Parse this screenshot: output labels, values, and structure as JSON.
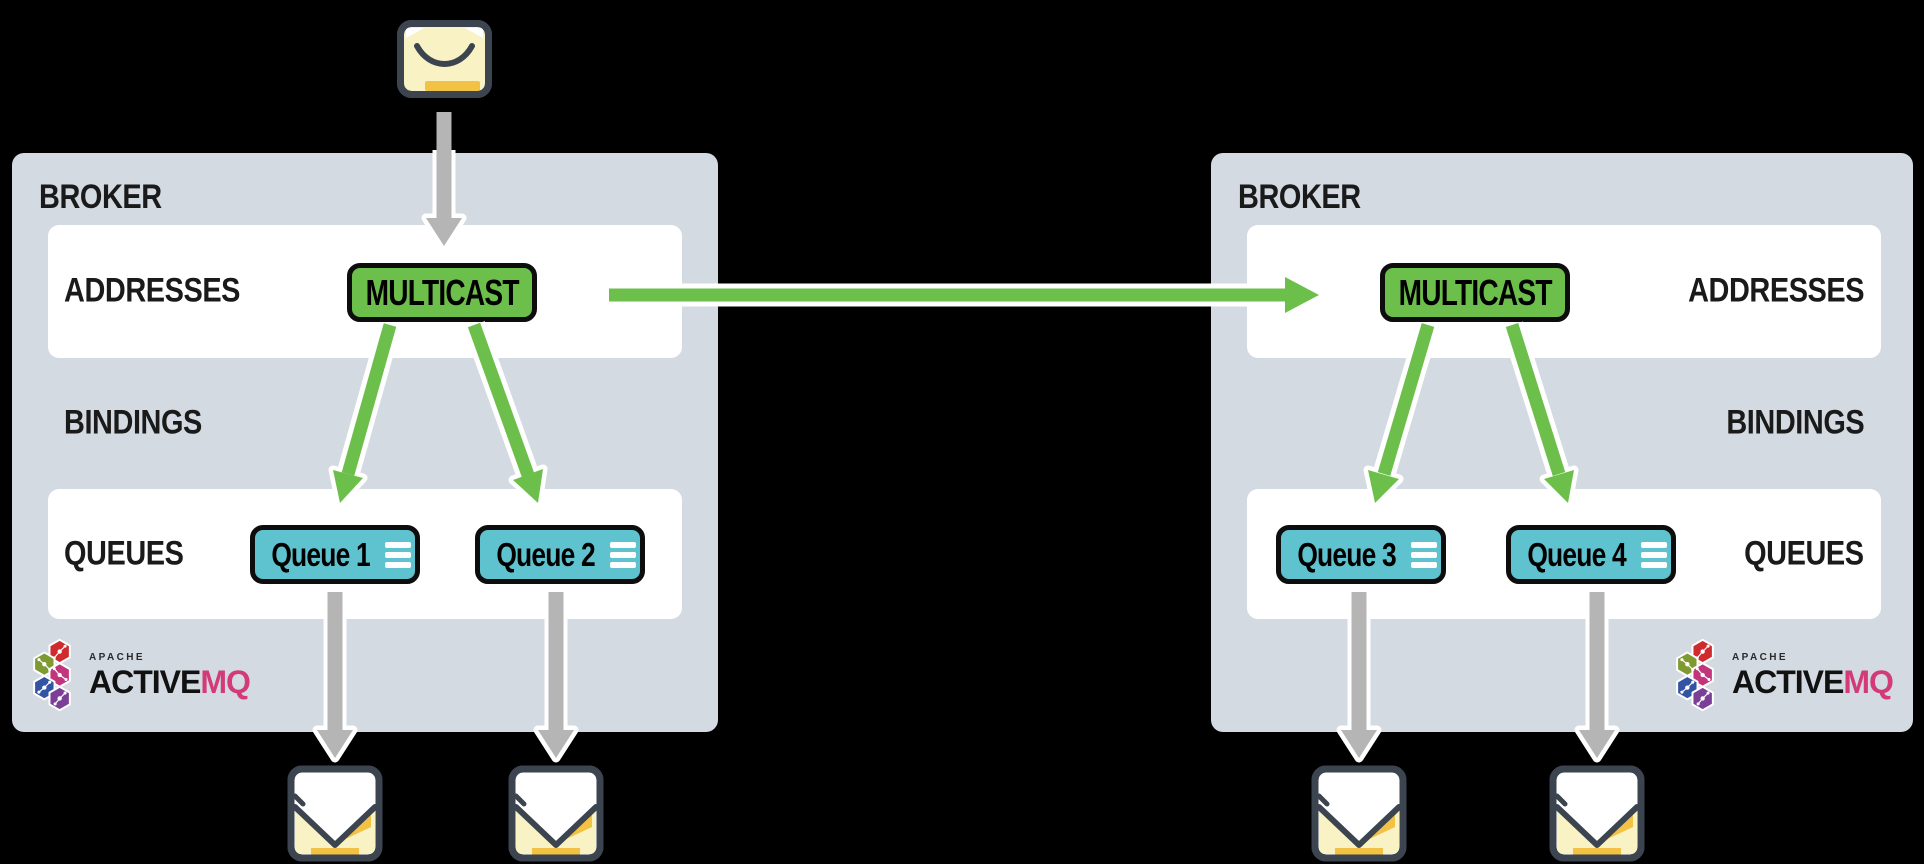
{
  "colors": {
    "background": "#000000",
    "broker_bg": "#d3dae1",
    "panel_bg": "#ffffff",
    "text": "#1a1a1a",
    "multicast_green": "#6dbf4b",
    "queue_cyan": "#5fc3cf",
    "arrow_green": "#6dbf4b",
    "arrow_gray": "#b5b5b5",
    "arrow_casing": "#ffffff",
    "button_border": "#0d0d0d",
    "envelope_border": "#3b444f",
    "envelope_yellow": "#f9f2c4",
    "envelope_amber": "#f2c245",
    "logo_mq_pink": "#d23a78",
    "logo_hex_red": "#cf2b2e",
    "logo_hex_green": "#7f9a30",
    "logo_hex_pink": "#c2347b",
    "logo_hex_blue": "#3353a3",
    "logo_hex_purple": "#7c3f97"
  },
  "brokers": [
    {
      "title": "BROKER",
      "addresses_label": "ADDRESSES",
      "bindings_label": "BINDINGS",
      "queues_label": "QUEUES",
      "address_node": "MULTICAST",
      "queues": [
        "Queue 1",
        "Queue 2"
      ]
    },
    {
      "title": "BROKER",
      "addresses_label": "ADDRESSES",
      "bindings_label": "BINDINGS",
      "queues_label": "QUEUES",
      "address_node": "MULTICAST",
      "queues": [
        "Queue 3",
        "Queue 4"
      ]
    }
  ],
  "logo": {
    "apache": "APACHE",
    "active": "ACTIVE",
    "mq": "MQ"
  }
}
